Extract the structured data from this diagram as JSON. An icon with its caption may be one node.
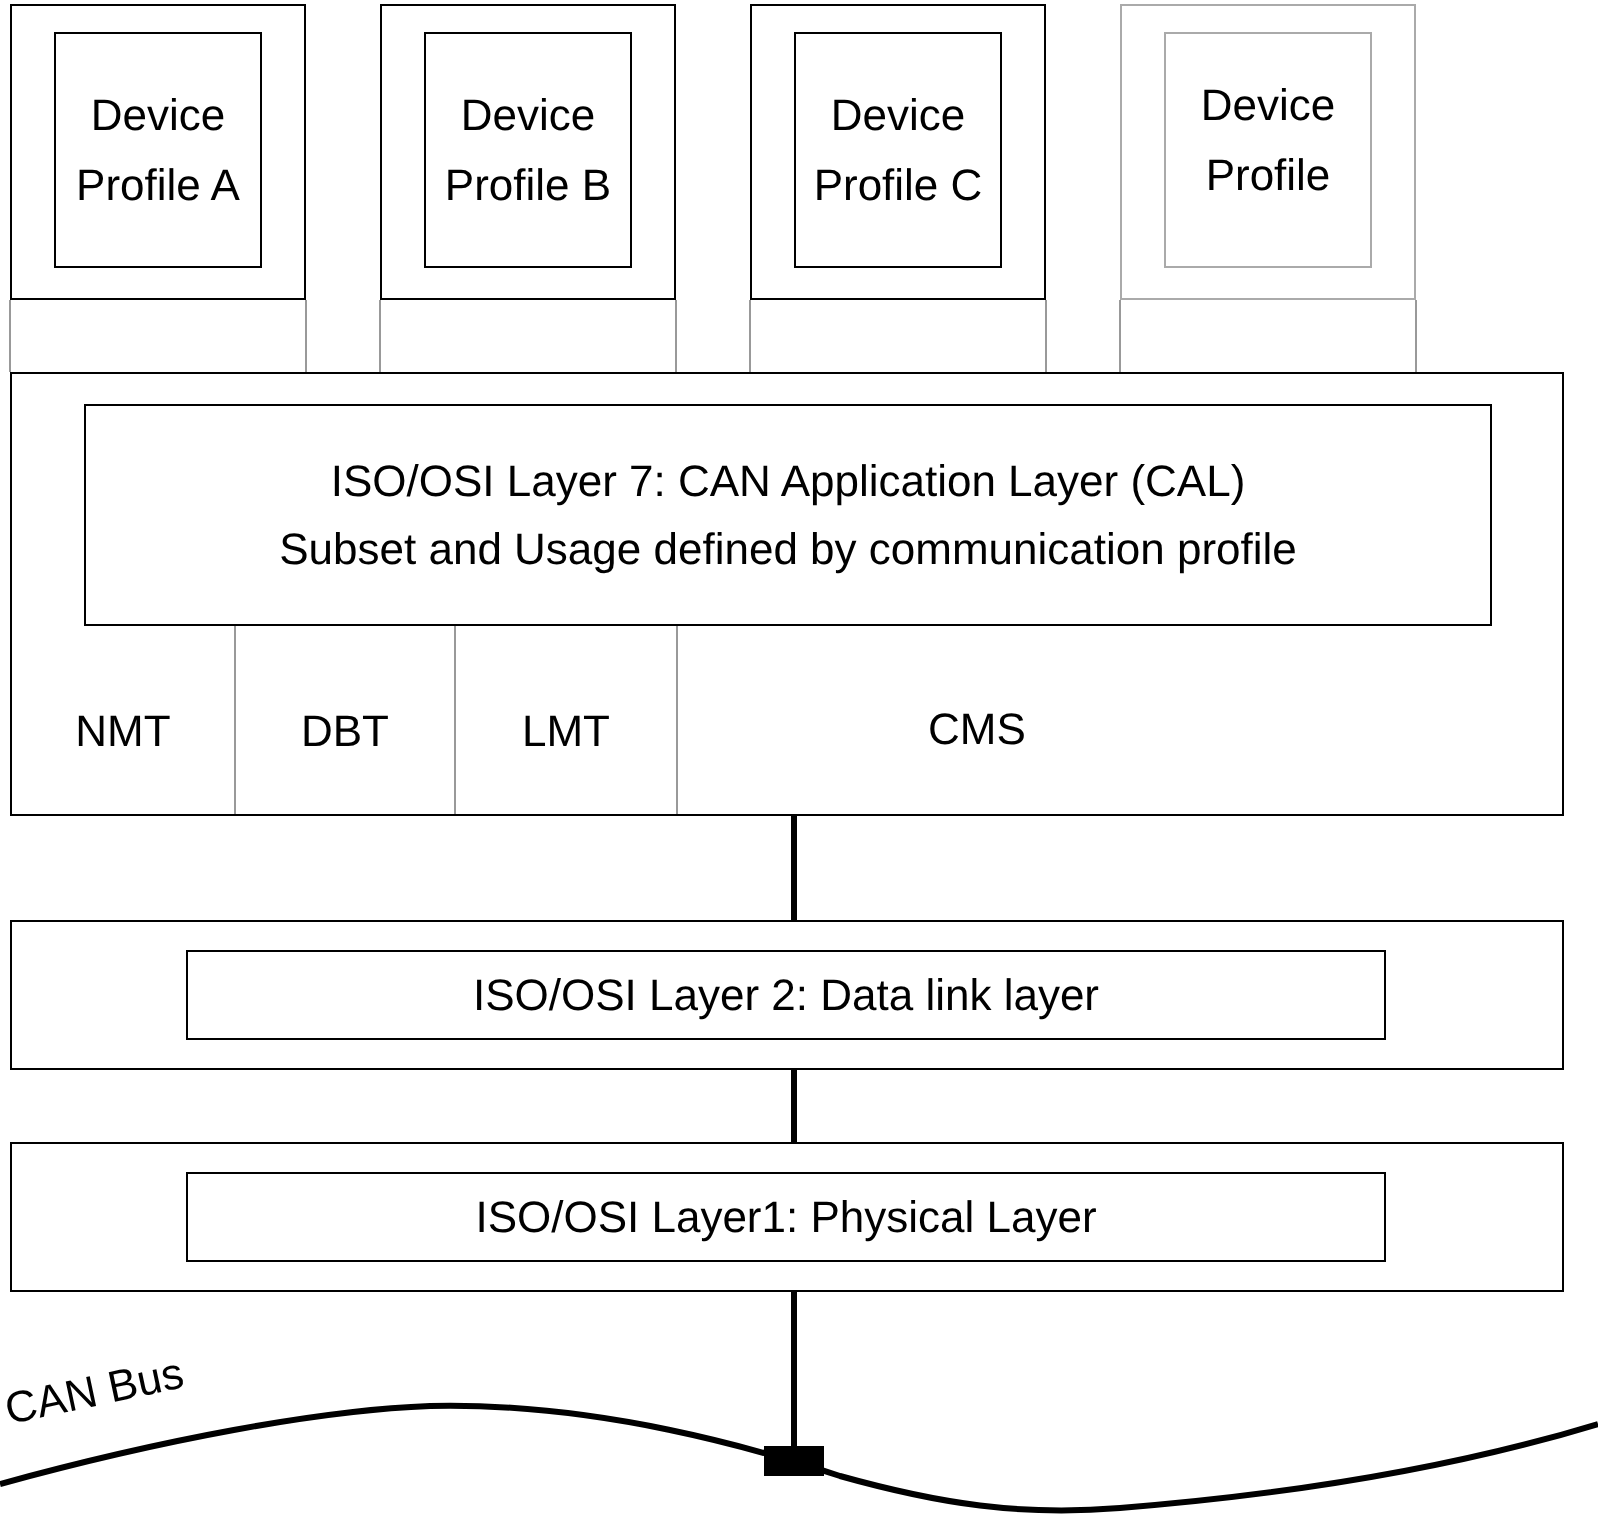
{
  "diagram": {
    "nodes": [
      {
        "text": [],
        "shape": "box"
      },
      {
        "text": [
          "Device Profile A"
        ],
        "in": 0
      },
      {
        "text": [],
        "shape": "box"
      },
      {
        "text": [
          "Device Profile B"
        ],
        "in": 2
      },
      {
        "text": [],
        "shape": "box"
      },
      {
        "text": [
          "Device Profile C"
        ],
        "in": 4
      },
      {
        "text": [],
        "shape": "box"
      },
      {
        "text": [
          "Device Profile"
        ],
        "in": 6
      },
      {
        "text": [],
        "shape": "box"
      },
      {
        "text": [
          "ISO/OSI Layer 7: CAN Application Layer (CAL)",
          "Subset and Usage defined by communication profile"
        ],
        "in": 8
      },
      {
        "text": [
          "NMT"
        ],
        "in": 8
      },
      {
        "text": [
          "DBT"
        ],
        "in": 8
      },
      {
        "text": [
          "LMT"
        ],
        "in": 8
      },
      {
        "text": [
          "CMS"
        ],
        "in": 8
      },
      {
        "text": [],
        "shape": "box"
      },
      {
        "text": [
          "ISO/OSI Layer 2: Data link layer"
        ],
        "in": 14
      },
      {
        "text": [],
        "shape": "box"
      },
      {
        "text": [
          "ISO/OSI Layer1: Physical Layer"
        ],
        "in": 16
      },
      {
        "text": [
          "CAN Bus"
        ]
      }
    ],
    "edges": [
      {
        "from": 0,
        "to": 8,
        "arrow": "none",
        "color": "#999999"
      },
      {
        "from": 0,
        "to": 8,
        "arrow": "none",
        "color": "#999999"
      },
      {
        "from": 2,
        "to": 8,
        "arrow": "none",
        "color": "#999999"
      },
      {
        "from": 2,
        "to": 8,
        "arrow": "none",
        "color": "#999999"
      },
      {
        "from": 4,
        "to": 8,
        "arrow": "none",
        "color": "#999999"
      },
      {
        "from": 4,
        "to": 8,
        "arrow": "none",
        "color": "#999999"
      },
      {
        "from": 6,
        "to": 8,
        "arrow": "none",
        "color": "#999999"
      },
      {
        "from": 6,
        "to": 8,
        "arrow": "none",
        "color": "#999999"
      },
      {
        "from": 8,
        "to": 14,
        "arrow": "none",
        "style": "thick",
        "color": "#000000"
      },
      {
        "from": 14,
        "to": 16,
        "arrow": "none",
        "style": "thick",
        "color": "#000000"
      },
      {
        "from": 16,
        "to": 18,
        "arrow": "other",
        "style": "thick",
        "color": "#000000"
      }
    ]
  }
}
